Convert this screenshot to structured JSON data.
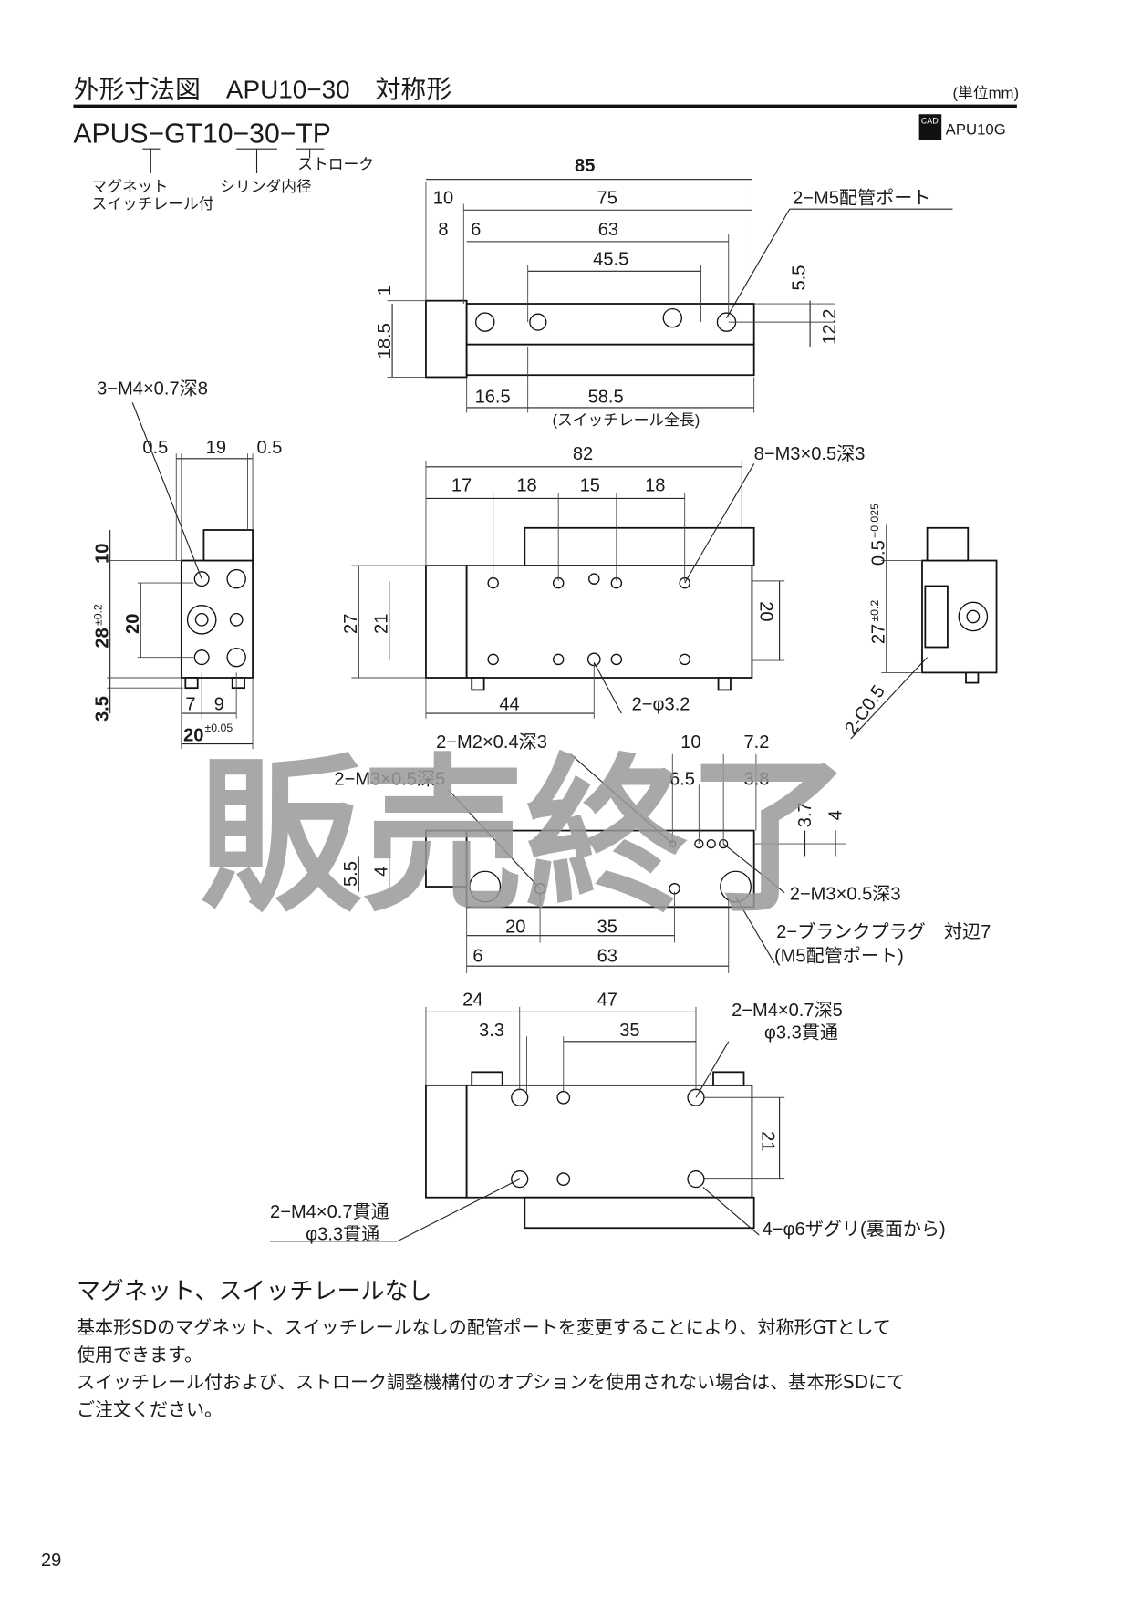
{
  "header": {
    "title": "外形寸法図　APU10−30　対称形",
    "unit": "(単位mm)",
    "model_code": "APUS−GT10−30−TP",
    "cad_badge": "CAD",
    "cad_model": "APU10G",
    "code_notes": [
      "マグネット",
      "スイッチレール付",
      "シリンダ内径",
      "ストローク"
    ]
  },
  "top_view": {
    "dims": [
      "85",
      "10",
      "75",
      "8",
      "6",
      "63",
      "45.5",
      "1",
      "18.5",
      "5.5",
      "12.2",
      "16.5",
      "58.5",
      "(スイッチレール全長)"
    ],
    "callouts": [
      "2−M5配管ポート"
    ]
  },
  "left_view": {
    "dims": [
      "0.5",
      "19",
      "0.5",
      "10",
      "28",
      "±0.2",
      "20",
      "3.5",
      "7",
      "9",
      "20",
      "±0.05"
    ],
    "callouts": [
      "3−M4×0.7深8"
    ]
  },
  "front_view": {
    "dims": [
      "82",
      "17",
      "18",
      "15",
      "18",
      "27",
      "21",
      "20",
      "44"
    ],
    "callouts": [
      "8−M3×0.5深3",
      "2−φ3.2"
    ]
  },
  "right_view": {
    "dims": [
      "0.5",
      "+0.025",
      "27",
      "±0.2",
      "2-C0.5"
    ]
  },
  "side_view": {
    "dims": [
      "10",
      "7.2",
      "6.5",
      "3.8",
      "3.7",
      "4",
      "5.5",
      "4",
      "20",
      "35",
      "6",
      "63"
    ],
    "callouts": [
      "2−M2×0.4深3",
      "2−M3×0.5深5",
      "2−M3×0.5深3",
      "2−ブランクプラグ　対辺7",
      "(M5配管ポート)"
    ]
  },
  "bottom_view": {
    "dims": [
      "24",
      "47",
      "3.3",
      "35",
      "21"
    ],
    "callouts": [
      "2−M4×0.7深5",
      "φ3.3貫通",
      "2−M4×0.7貫通",
      "φ3.3貫通",
      "4−φ6ザグリ(裏面から)"
    ]
  },
  "stamp": "販売終了",
  "notes": {
    "heading": "マグネット、スイッチレールなし",
    "lines": [
      "基本形SDのマグネット、スイッチレールなしの配管ポートを変更することにより、対称形GTとして",
      "使用できます。",
      "スイッチレール付および、ストローク調整機構付のオプションを使用されない場合は、基本形SDにて",
      "ご注文ください。"
    ]
  },
  "page_number": "29"
}
